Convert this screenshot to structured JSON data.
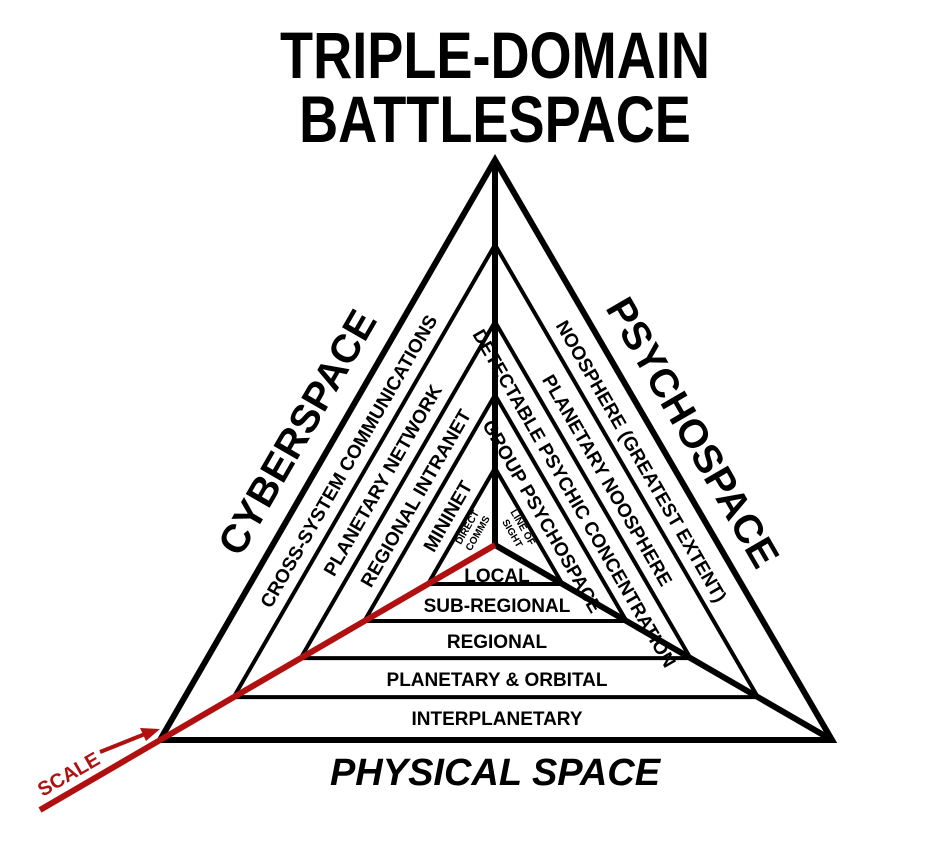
{
  "title": {
    "line1": "TRIPLE-DOMAIN",
    "line2": "BATTLESPACE"
  },
  "domains": {
    "cyber": "CYBERSPACE",
    "psycho": "PSYCHOSPACE",
    "physical": "PHYSICAL SPACE"
  },
  "cyber_levels": [
    "CROSS-SYSTEM COMMUNICATIONS",
    "PLANETARY NETWORK",
    "REGIONAL INTRANET",
    "MININET"
  ],
  "cyber_inner": {
    "line1": "DIRECT",
    "line2": "COMMS"
  },
  "psycho_levels": [
    "NOOSPHERE (GREATEST EXTENT)",
    "PLANETARY NOOSPHERE",
    "DETECTABLE PSYCHIC CONCENTRATION",
    "GROUP PSYCHOSPACE"
  ],
  "psycho_inner": {
    "line1": "LINE OF",
    "line2": "SIGHT"
  },
  "physical_levels": [
    "INTERPLANETARY",
    "PLANETARY & ORBITAL",
    "REGIONAL",
    "SUB-REGIONAL",
    "LOCAL"
  ],
  "scale_label": "SCALE",
  "colors": {
    "line": "#000000",
    "scale": "#b01010"
  }
}
